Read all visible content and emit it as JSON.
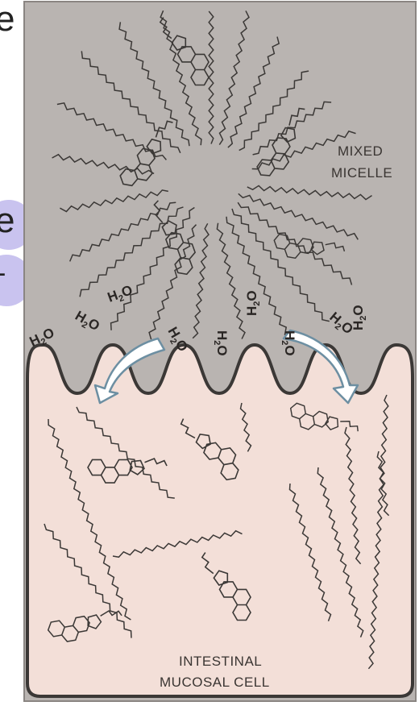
{
  "labels": {
    "micelle_line1": "MIXED",
    "micelle_line2": "MICELLE",
    "cell_line1": "INTESTINAL",
    "cell_line2": "MUCOSAL CELL"
  },
  "water": {
    "main": "H",
    "sub": "2",
    "tail": "O"
  },
  "edge_fragments": [
    "e",
    "e",
    "-"
  ],
  "colors": {
    "micelle_bg": "#b9b4b1",
    "cell_bg": "#f3dfd8",
    "line": "#3b3836",
    "arrow_fill": "#ffffff",
    "arrow_stroke": "#6d8fa2",
    "bubble": "#c9c3ef"
  }
}
